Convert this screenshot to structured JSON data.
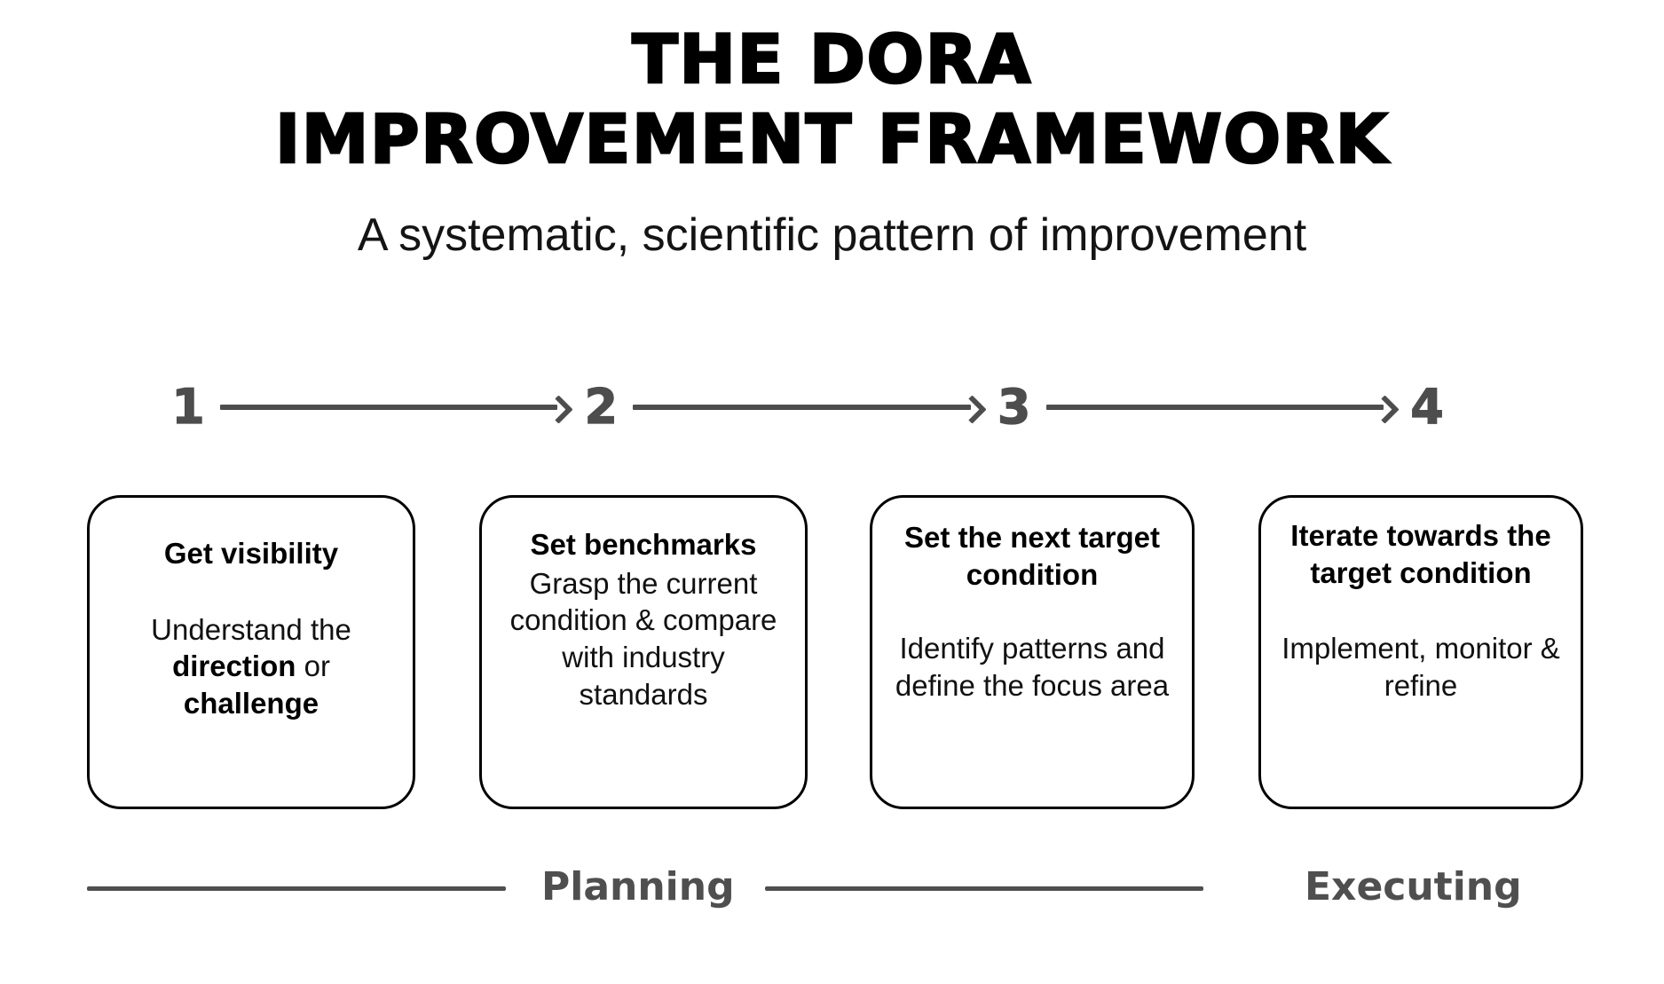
{
  "header": {
    "title_line1": "THE DORA",
    "title_line2": "IMPROVEMENT FRAMEWORK",
    "subtitle": "A systematic, scientific pattern of improvement"
  },
  "steps": [
    {
      "number": "1"
    },
    {
      "number": "2"
    },
    {
      "number": "3"
    },
    {
      "number": "4"
    }
  ],
  "cards": [
    {
      "heading": "Get visibility",
      "body_prefix": "Understand the ",
      "body_bold1": "direction",
      "body_mid": " or ",
      "body_bold2": "challenge",
      "body_suffix": ""
    },
    {
      "heading": "Set benchmarks",
      "body": "Grasp the current condition & compare with industry standards"
    },
    {
      "heading": "Set the next target condition",
      "body": "Identify patterns and define the focus area"
    },
    {
      "heading": "Iterate towards the target condition",
      "body": "Implement, monitor & refine"
    }
  ],
  "phases": {
    "planning": "Planning",
    "executing": "Executing"
  },
  "colors": {
    "background": "#ffffff",
    "text": "#000000",
    "gray_accent": "#4d4d4d",
    "card_border": "#000000"
  }
}
